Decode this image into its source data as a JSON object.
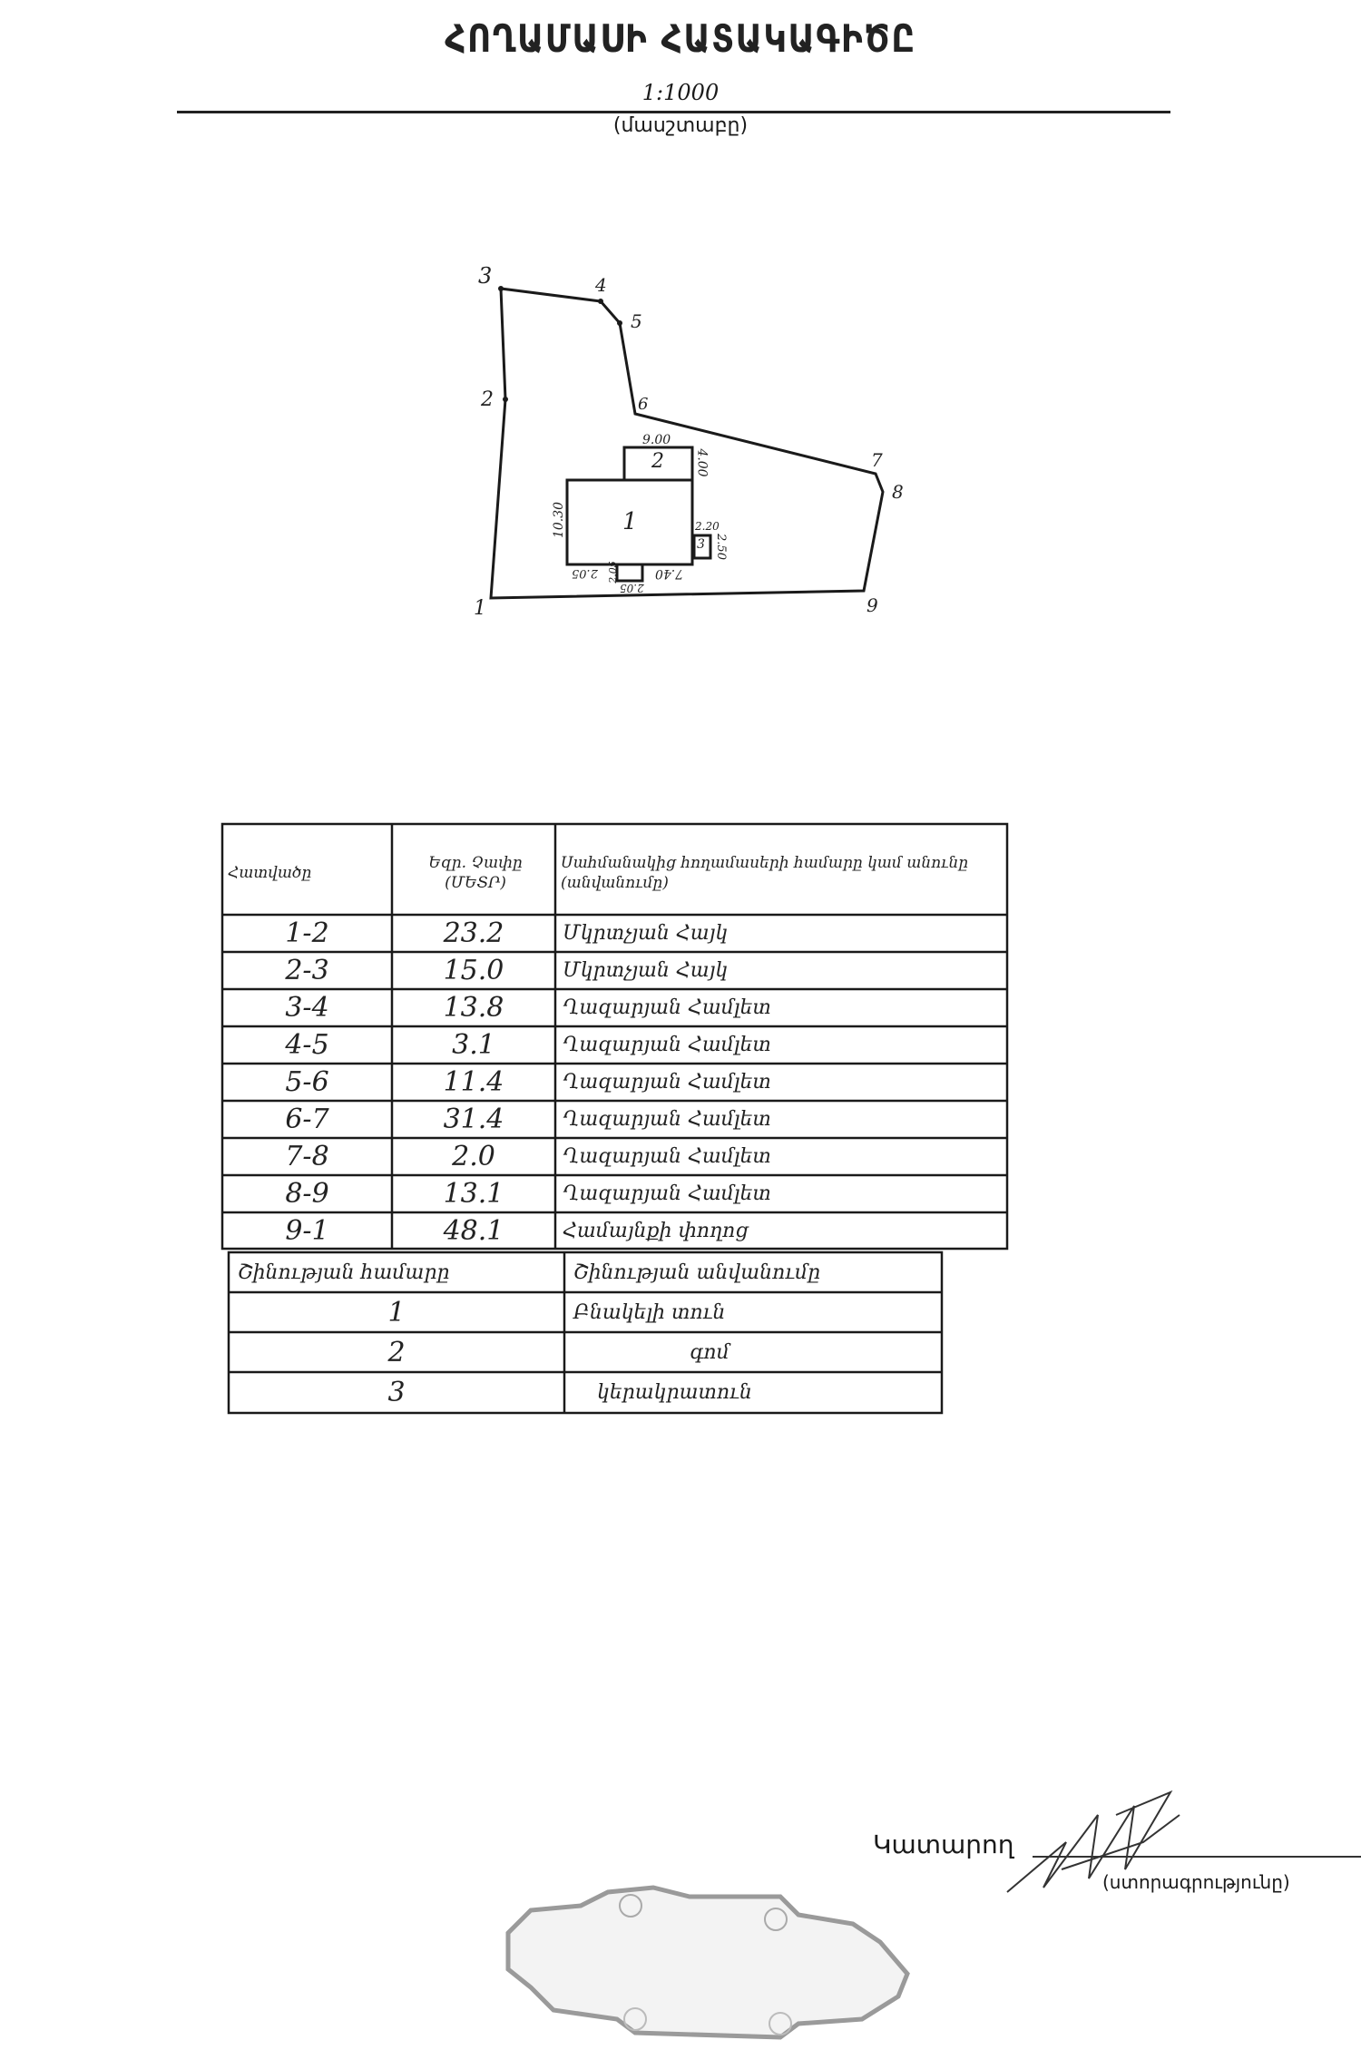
{
  "header": {
    "title": "ՀՈՂԱՄԱՍԻ ՀԱՏԱԿԱԳԻԾԸ",
    "scale_value": "1:1000",
    "scale_label": "(մասշտաբը)"
  },
  "plan": {
    "points": [
      "1",
      "2",
      "3",
      "4",
      "5",
      "6",
      "7",
      "8",
      "9"
    ],
    "buildings": [
      {
        "number": "1",
        "dimensions": [
          "10.30",
          "7.40",
          "2.05",
          "2.05",
          "2.05"
        ]
      },
      {
        "number": "2",
        "dimensions": [
          "9.00",
          "4.00"
        ]
      },
      {
        "number": "3",
        "dimensions": [
          "2.20",
          "2.50"
        ]
      }
    ]
  },
  "boundary_table": {
    "headers": [
      "Հատվածը",
      "Եզր. Չափը (ՄԵՏՐ)",
      "Սահմանակից հողամասերի համարը կամ անունը (անվանումը)"
    ],
    "rows": [
      {
        "segment": "1-2",
        "length": "23.2",
        "neighbor": "Մկրտչյան Հայկ"
      },
      {
        "segment": "2-3",
        "length": "15.0",
        "neighbor": "Մկրտչյան Հայկ"
      },
      {
        "segment": "3-4",
        "length": "13.8",
        "neighbor": "Ղազարյան Համլետ"
      },
      {
        "segment": "4-5",
        "length": "3.1",
        "neighbor": "Ղազարյան Համլետ"
      },
      {
        "segment": "5-6",
        "length": "11.4",
        "neighbor": "Ղազարյան Համլետ"
      },
      {
        "segment": "6-7",
        "length": "31.4",
        "neighbor": "Ղազարյան Համլետ"
      },
      {
        "segment": "7-8",
        "length": "2.0",
        "neighbor": "Ղազարյան Համլետ"
      },
      {
        "segment": "8-9",
        "length": "13.1",
        "neighbor": "Ղազարյան Համլետ"
      },
      {
        "segment": "9-1",
        "length": "48.1",
        "neighbor": "Համայնքի փողոց"
      }
    ]
  },
  "buildings_table": {
    "headers": [
      "Շինության համարը",
      "Շինության անվանումը"
    ],
    "rows": [
      {
        "number": "1",
        "name": "Բնակելի տուն"
      },
      {
        "number": "2",
        "name": "գոմ"
      },
      {
        "number": "3",
        "name": "կերակրատուն"
      }
    ]
  },
  "footer": {
    "performer_label": "Կատարող",
    "signature_caption": "(ստորագրությունը)"
  },
  "colors": {
    "ink": "#1a1a1a",
    "stamp": "#9a9a9a"
  }
}
